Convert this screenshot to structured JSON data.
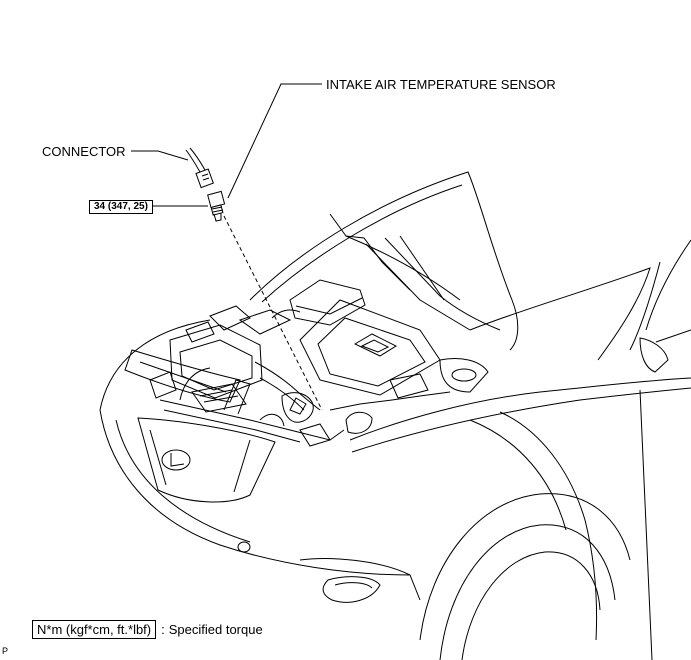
{
  "callouts": {
    "sensor_label": "INTAKE AIR TEMPERATURE SENSOR",
    "connector_label": "CONNECTOR",
    "torque_value": "34 (347, 25)"
  },
  "legend": {
    "unit_box": "N*m (kgf*cm, ft.*lbf)",
    "separator": ":",
    "description": "Specified torque"
  },
  "footer": {
    "code": "P"
  },
  "colors": {
    "ink": "#000000",
    "background": "#ffffff"
  }
}
